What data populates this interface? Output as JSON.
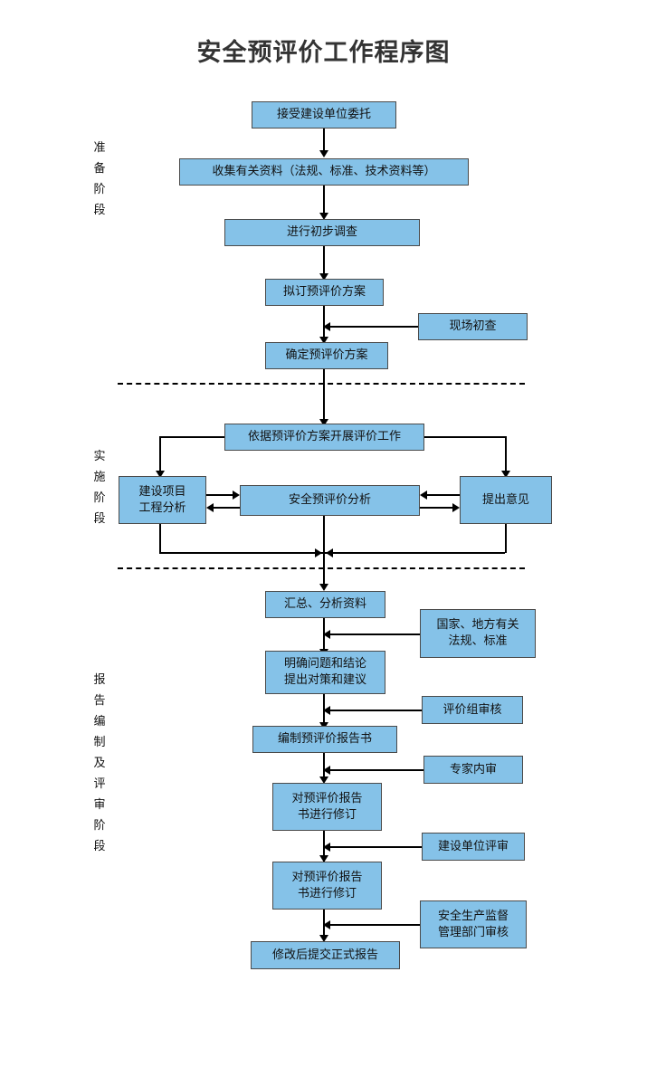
{
  "title": "安全预评价工作程序图",
  "colors": {
    "node_fill": "#85C2E8",
    "node_border": "#4a4a4a",
    "connector": "#000000",
    "title_text": "#333333",
    "background": "#ffffff"
  },
  "stages": [
    {
      "id": "preparation",
      "label": "准备阶段",
      "chars": [
        "准",
        "备",
        "阶",
        "段"
      ]
    },
    {
      "id": "implementation",
      "label": "实施阶段",
      "chars": [
        "实",
        "施",
        "阶",
        "段"
      ]
    },
    {
      "id": "reporting",
      "label": "报告编制及评审阶段",
      "chars": [
        "报",
        "告",
        "编",
        "制",
        "及",
        "评",
        "审",
        "阶",
        "段"
      ]
    }
  ],
  "nodes": {
    "accept_commission": "接受建设单位委托",
    "collect_materials": "收集有关资料（法规、标准、技术资料等）",
    "preliminary_survey": "进行初步调查",
    "draft_plan": "拟订预评价方案",
    "site_inspection": "现场初查",
    "confirm_plan": "确定预评价方案",
    "carry_out_evaluation": "依据预评价方案开展评价工作",
    "project_engineering_analysis": "建设项目\n工程分析",
    "safety_pre_evaluation_analysis": "安全预评价分析",
    "raise_opinions": "提出意见",
    "summarize_analyze": "汇总、分析资料",
    "clarify_conclusions": "明确问题和结论\n提出对策和建议",
    "national_local_regulations": "国家、地方有关\n法规、标准",
    "compile_report": "编制预评价报告书",
    "evaluation_group_review": "评价组审核",
    "expert_internal_review": "专家内审",
    "revise_report_1": "对预评价报告\n书进行修订",
    "construction_unit_review": "建设单位评审",
    "revise_report_2": "对预评价报告\n书进行修订",
    "safety_supervision_review": "安全生产监督\n管理部门审核",
    "submit_final_report": "修改后提交正式报告"
  }
}
